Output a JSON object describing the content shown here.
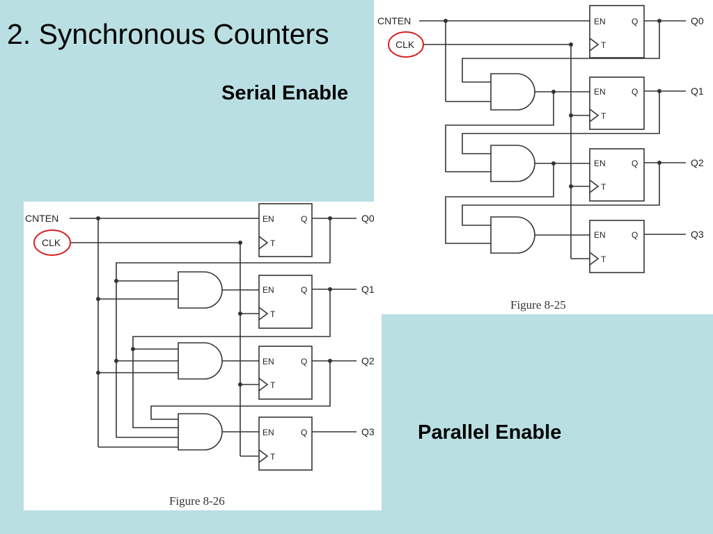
{
  "slide": {
    "title": "2. Synchronous Counters",
    "serial_label": "Serial Enable",
    "parallel_label": "Parallel Enable"
  },
  "diagrams": {
    "serial": {
      "input_cnten": "CNTEN",
      "input_clk": "CLK",
      "ff_en_label": "EN",
      "ff_q_label": "Q",
      "ff_t_label": "T",
      "outputs": [
        "Q0",
        "Q1",
        "Q2",
        "Q3"
      ],
      "caption": "Figure 8-25"
    },
    "parallel": {
      "input_cnten": "CNTEN",
      "input_clk": "CLK",
      "ff_en_label": "EN",
      "ff_q_label": "Q",
      "ff_t_label": "T",
      "outputs": [
        "Q0",
        "Q1",
        "Q2",
        "Q3"
      ],
      "caption": "Figure 8-26"
    }
  },
  "colors": {
    "background": "#b9dfe3",
    "panel": "#ffffff",
    "wire": "#333333",
    "clk_highlight": "#d62020"
  }
}
